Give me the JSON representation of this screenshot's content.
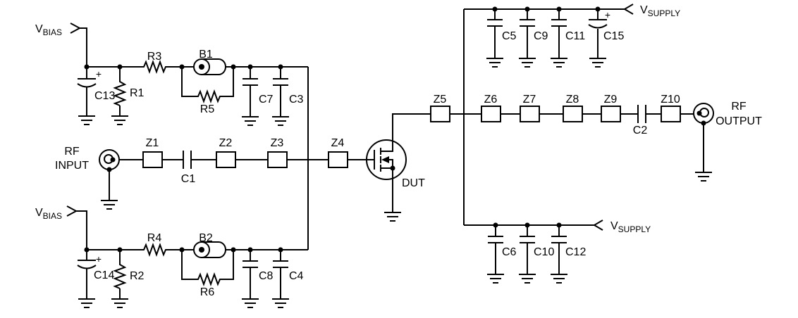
{
  "figure": {
    "kind": "rf-dut-test-fixture-schematic"
  },
  "colors": {
    "ink": "#000000",
    "background": "#ffffff"
  },
  "ports": {
    "vbias_top": {
      "symbol": "V",
      "subscript": "BIAS"
    },
    "vbias_bottom": {
      "symbol": "V",
      "subscript": "BIAS"
    },
    "vsupply_top": {
      "symbol": "V",
      "subscript": "SUPPLY"
    },
    "vsupply_bottom": {
      "symbol": "V",
      "subscript": "SUPPLY"
    },
    "rf_input": {
      "line1": "RF",
      "line2": "INPUT"
    },
    "rf_output": {
      "line1": "RF",
      "line2": "OUTPUT"
    }
  },
  "labels": {
    "r1": "R1",
    "r2": "R2",
    "r3": "R3",
    "r4": "R4",
    "r5": "R5",
    "r6": "R6",
    "c1": "C1",
    "c2": "C2",
    "c3": "C3",
    "c4": "C4",
    "c5": "C5",
    "c6": "C6",
    "c7": "C7",
    "c8": "C8",
    "c9": "C9",
    "c10": "C10",
    "c11": "C11",
    "c12": "C12",
    "c13": "C13",
    "c14": "C14",
    "c15": "C15",
    "z1": "Z1",
    "z2": "Z2",
    "z3": "Z3",
    "z4": "Z4",
    "z5": "Z5",
    "z6": "Z6",
    "z7": "Z7",
    "z8": "Z8",
    "z9": "Z9",
    "z10": "Z10",
    "b1": "B1",
    "b2": "B2",
    "dut": "DUT",
    "plus": "+"
  }
}
